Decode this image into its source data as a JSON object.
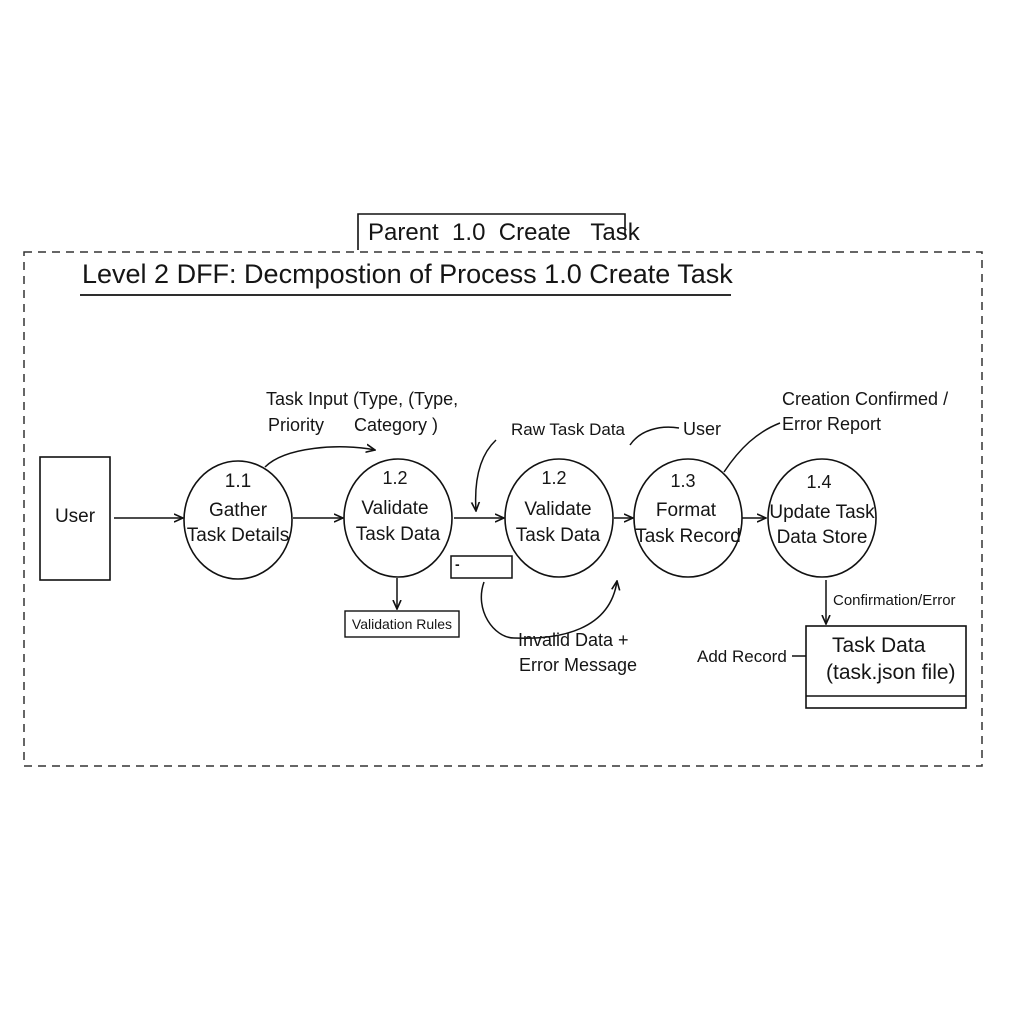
{
  "parent_tab": {
    "text": "Parent  1.0  Create   Task"
  },
  "title": "Level 2 DFF: Decmpostion of Process 1.0 Create Task",
  "entity": {
    "label": "User"
  },
  "processes": [
    {
      "number": "1.1",
      "line1": "Gather",
      "line2": "Task Details"
    },
    {
      "number": "1.2",
      "line1": "Validate",
      "line2": "Task Data"
    },
    {
      "number": "1.2",
      "line1": "Validate",
      "line2": "Task Data"
    },
    {
      "number": "1.3",
      "line1": "Format",
      "line2": "Task Record"
    },
    {
      "number": "1.4",
      "line1": "Update Task",
      "line2": "Data Store"
    }
  ],
  "flows": {
    "task_input_1": "Task Input (Type, (Type,",
    "task_input_2": "Priority      Category )",
    "raw_task_data": "Raw Task Data",
    "user": "User",
    "creation_1": "Creation Confirmed /",
    "creation_2": "Error Report",
    "invalid_1": "Invalid Data +",
    "invalid_2": "Error Message",
    "confirmation_error": "Confirmation/Error",
    "add_record": "Add Record"
  },
  "validation_rules": {
    "label": "Validation Rules"
  },
  "small_store": {
    "label": "-"
  },
  "data_store": {
    "line1": "Task Data",
    "line2": "(task.json file)"
  }
}
